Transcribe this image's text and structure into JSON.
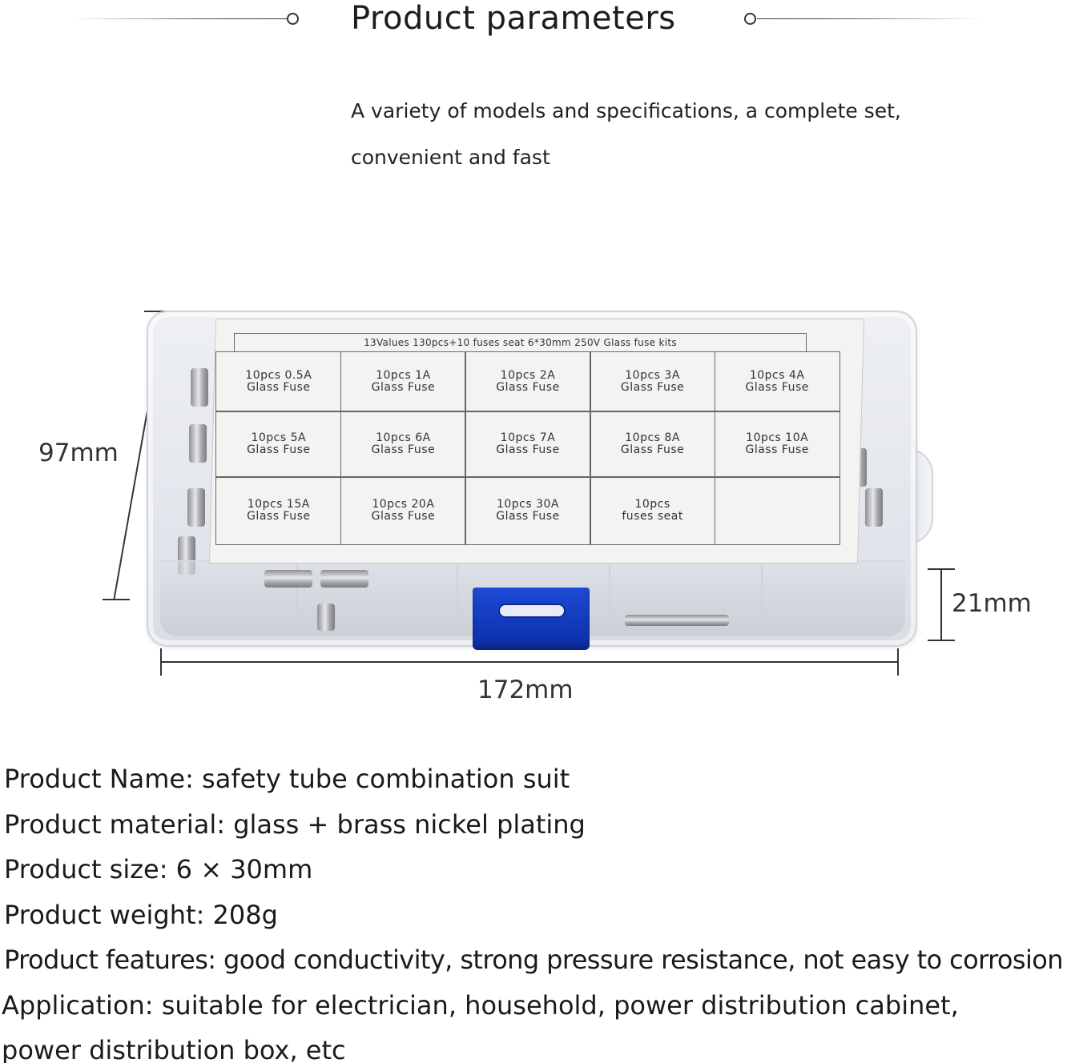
{
  "header": {
    "title": "Product parameters",
    "subtitle": "A variety of models and specifications, a complete set, convenient and fast"
  },
  "dimensions": {
    "height": "97mm",
    "width": "172mm",
    "depth": "21mm"
  },
  "box_label": {
    "heading": "13Values  130pcs+10 fuses seat 6*30mm 250V Glass fuse kits",
    "cells": [
      "10pcs 0.5A\nGlass Fuse",
      "10pcs 1A\nGlass Fuse",
      "10pcs 2A\nGlass Fuse",
      "10pcs 3A\nGlass Fuse",
      "10pcs 4A\nGlass Fuse",
      "10pcs 5A\nGlass Fuse",
      "10pcs 6A\nGlass Fuse",
      "10pcs 7A\nGlass Fuse",
      "10pcs 8A\nGlass Fuse",
      "10pcs 10A\nGlass Fuse",
      "10pcs 15A\nGlass Fuse",
      "10pcs 20A\nGlass Fuse",
      "10pcs 30A\nGlass Fuse",
      "10pcs\nfuses seat",
      ""
    ]
  },
  "specs": [
    "Product Name: safety tube combination suit",
    "Product material: glass + brass nickel plating",
    "Product size: 6 × 30mm",
    "Product weight: 208g",
    "Product features: good conductivity, strong pressure resistance, not easy to corrosion",
    "Application: suitable for electrician, household, power distribution cabinet, power distribution box, etc"
  ],
  "colors": {
    "clasp": "#1d4ad6",
    "text": "#1a1a1a"
  }
}
